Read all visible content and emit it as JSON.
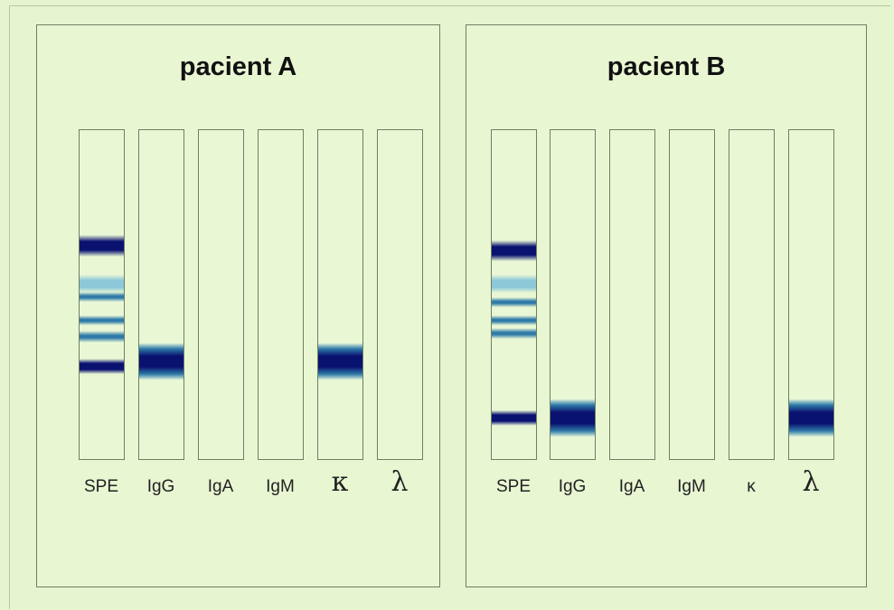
{
  "panels": [
    {
      "title": "pacient A",
      "lanes": [
        {
          "label": "SPE",
          "greek": false,
          "bands": [
            {
              "center": 0.35,
              "thick": 0.065,
              "kind": "dark"
            },
            {
              "center": 0.465,
              "thick": 0.055,
              "kind": "light"
            },
            {
              "center": 0.505,
              "thick": 0.03,
              "kind": "mid"
            },
            {
              "center": 0.575,
              "thick": 0.03,
              "kind": "mid"
            },
            {
              "center": 0.625,
              "thick": 0.035,
              "kind": "mid"
            },
            {
              "center": 0.715,
              "thick": 0.045,
              "kind": "dark"
            }
          ]
        },
        {
          "label": "IgG",
          "greek": false,
          "bands": [
            {
              "center": 0.7,
              "thick": 0.11,
              "kind": "mono"
            }
          ]
        },
        {
          "label": "IgA",
          "greek": false,
          "bands": []
        },
        {
          "label": "IgM",
          "greek": false,
          "bands": []
        },
        {
          "label": "κ",
          "greek": true,
          "bands": [
            {
              "center": 0.7,
              "thick": 0.11,
              "kind": "mono"
            }
          ]
        },
        {
          "label": "λ",
          "greek": true,
          "bands": []
        }
      ]
    },
    {
      "title": "pacient B",
      "lanes": [
        {
          "label": "SPE",
          "greek": false,
          "bands": [
            {
              "center": 0.365,
              "thick": 0.065,
              "kind": "dark"
            },
            {
              "center": 0.465,
              "thick": 0.055,
              "kind": "light"
            },
            {
              "center": 0.52,
              "thick": 0.03,
              "kind": "mid"
            },
            {
              "center": 0.575,
              "thick": 0.03,
              "kind": "mid"
            },
            {
              "center": 0.615,
              "thick": 0.035,
              "kind": "mid"
            },
            {
              "center": 0.87,
              "thick": 0.045,
              "kind": "dark"
            }
          ]
        },
        {
          "label": "IgG",
          "greek": false,
          "bands": [
            {
              "center": 0.87,
              "thick": 0.11,
              "kind": "mono"
            }
          ]
        },
        {
          "label": "IgA",
          "greek": false,
          "bands": []
        },
        {
          "label": "IgM",
          "greek": false,
          "bands": []
        },
        {
          "label": "κ",
          "greek": false,
          "bands": []
        },
        {
          "label": "λ",
          "greek": true,
          "bands": [
            {
              "center": 0.87,
              "thick": 0.11,
              "kind": "mono"
            }
          ]
        }
      ]
    }
  ],
  "colors": {
    "background": "#e6f5cf",
    "band_dark": "#0a1270",
    "band_mid": "#2f7aa8",
    "band_light": "#8cc8d8"
  }
}
